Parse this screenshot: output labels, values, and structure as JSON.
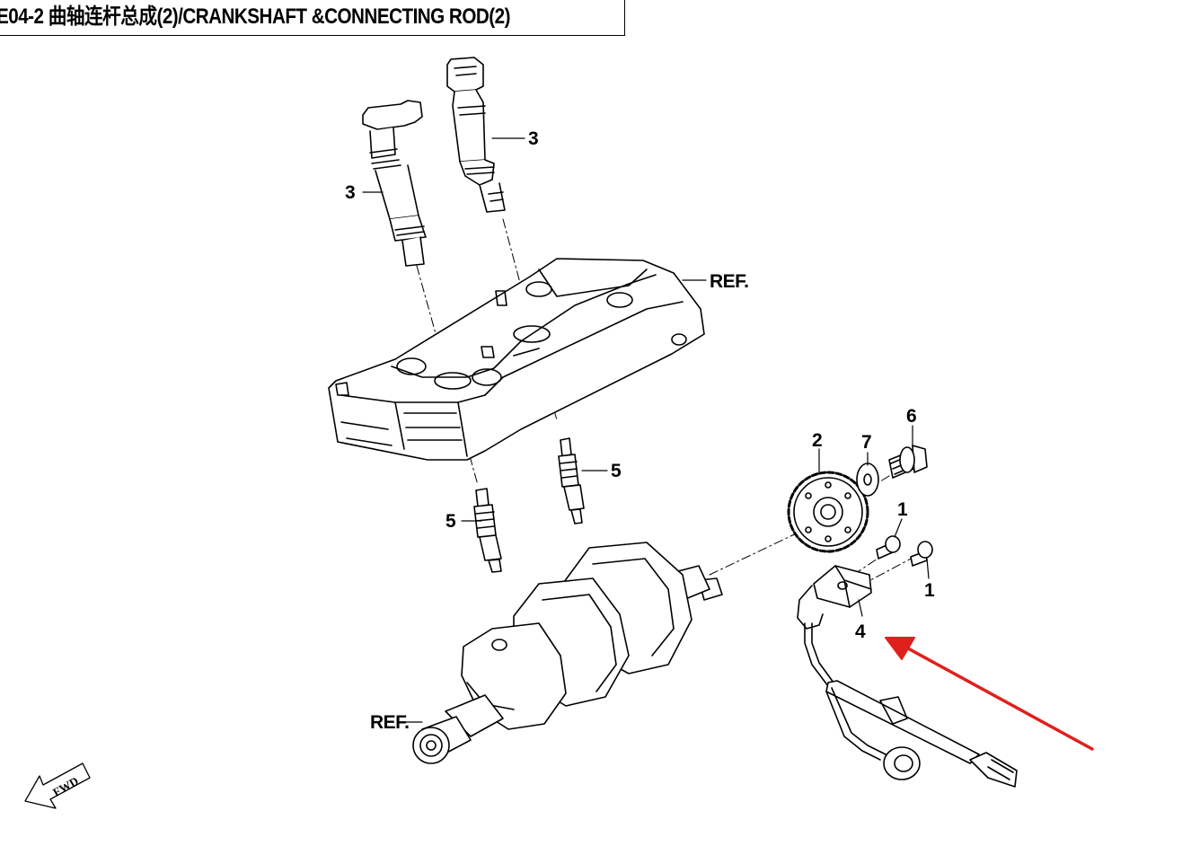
{
  "title": "E04-2  曲轴连杆总成(2)/CRANKSHAFT &CONNECTING ROD(2)",
  "fwd_label": "FWD",
  "highlight_color": "#e0201c",
  "callouts": [
    {
      "id": "coil-right",
      "text": "3"
    },
    {
      "id": "coil-left",
      "text": "3"
    },
    {
      "id": "ref-cover",
      "text": "REF."
    },
    {
      "id": "plug-right",
      "text": "5"
    },
    {
      "id": "plug-left",
      "text": "5"
    },
    {
      "id": "sprocket",
      "text": "2"
    },
    {
      "id": "washer",
      "text": "7"
    },
    {
      "id": "bolt",
      "text": "6"
    },
    {
      "id": "screw-top",
      "text": "1"
    },
    {
      "id": "screw-right",
      "text": "1"
    },
    {
      "id": "sensor",
      "text": "4"
    },
    {
      "id": "ref-crank",
      "text": "REF."
    }
  ]
}
